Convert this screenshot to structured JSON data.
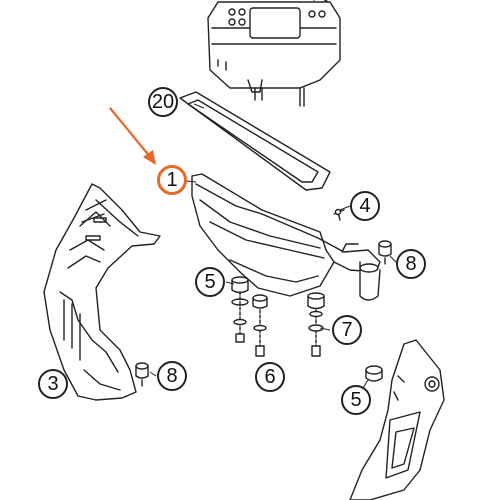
{
  "diagram": {
    "accent_color": "#e8672a",
    "line_color": "#222222",
    "highlighted_part": "1",
    "callouts": [
      {
        "id": "c20",
        "label": "20"
      },
      {
        "id": "c1",
        "label": "1"
      },
      {
        "id": "c4",
        "label": "4"
      },
      {
        "id": "c8a",
        "label": "8"
      },
      {
        "id": "c5a",
        "label": "5"
      },
      {
        "id": "c7",
        "label": "7"
      },
      {
        "id": "c3",
        "label": "3"
      },
      {
        "id": "c8b",
        "label": "8"
      },
      {
        "id": "c6",
        "label": "6"
      },
      {
        "id": "c5b",
        "label": "5"
      }
    ]
  }
}
